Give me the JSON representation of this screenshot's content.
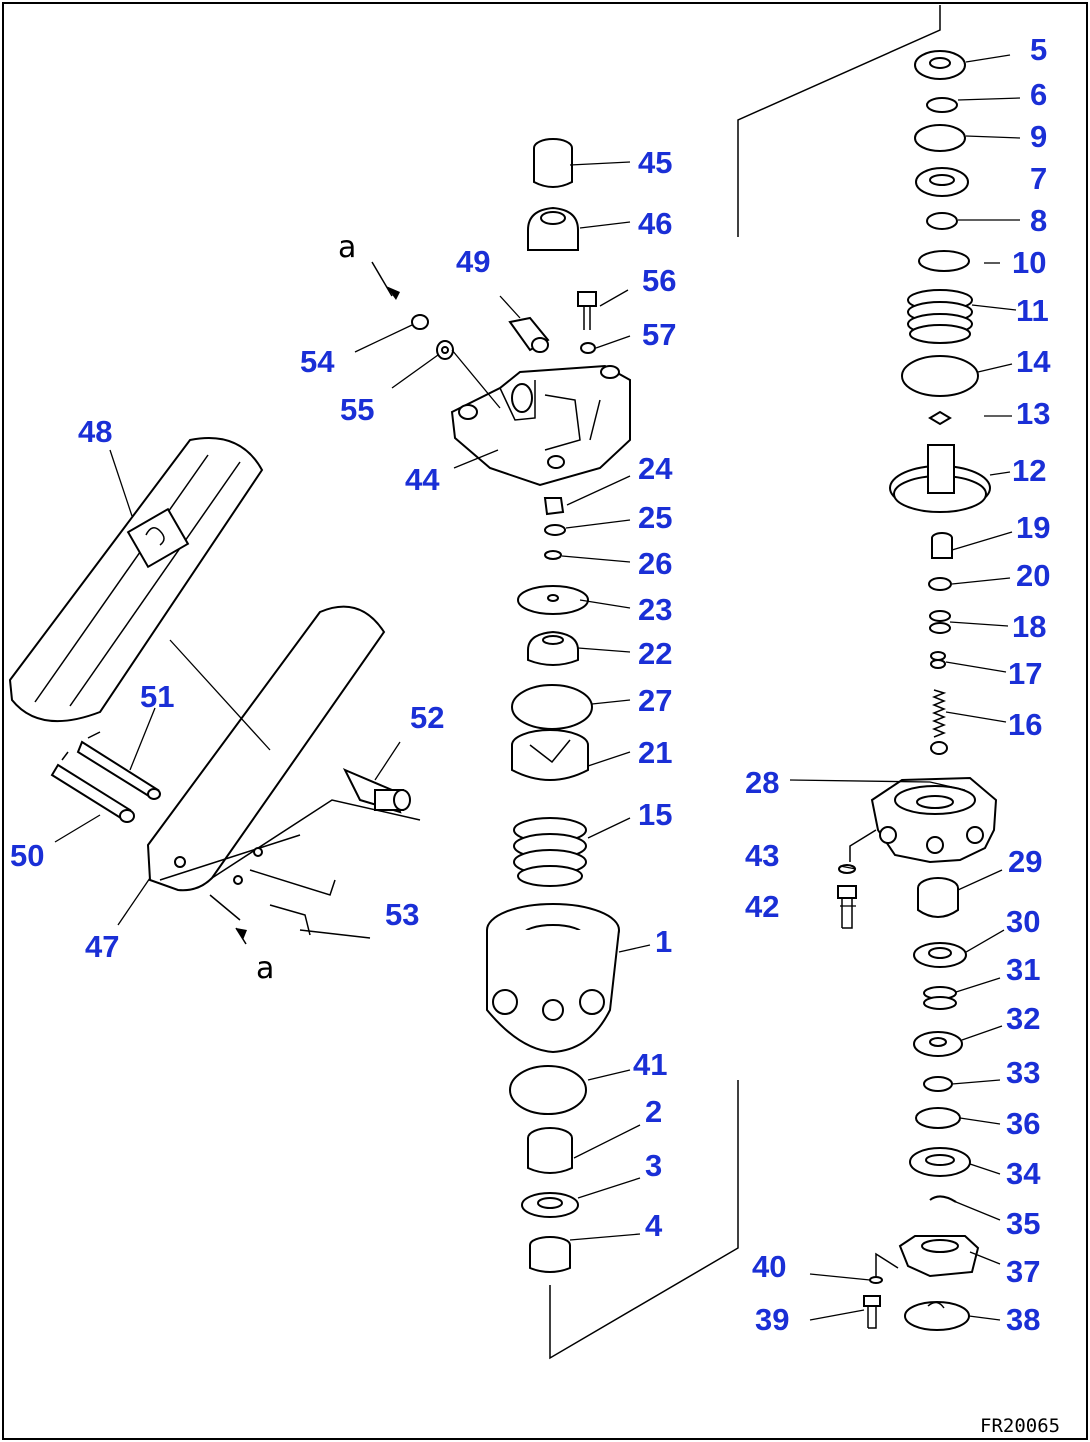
{
  "drawing": {
    "code": "FR20065",
    "view_marks": [
      "a",
      "a"
    ]
  },
  "callouts": [
    "1",
    "2",
    "3",
    "4",
    "5",
    "6",
    "7",
    "8",
    "9",
    "10",
    "11",
    "12",
    "13",
    "14",
    "15",
    "16",
    "17",
    "18",
    "19",
    "20",
    "21",
    "22",
    "23",
    "24",
    "25",
    "26",
    "27",
    "28",
    "29",
    "30",
    "31",
    "32",
    "33",
    "34",
    "35",
    "36",
    "37",
    "38",
    "39",
    "40",
    "41",
    "42",
    "43",
    "44",
    "45",
    "46",
    "47",
    "48",
    "49",
    "50",
    "51",
    "52",
    "53",
    "54",
    "55",
    "56",
    "57"
  ]
}
